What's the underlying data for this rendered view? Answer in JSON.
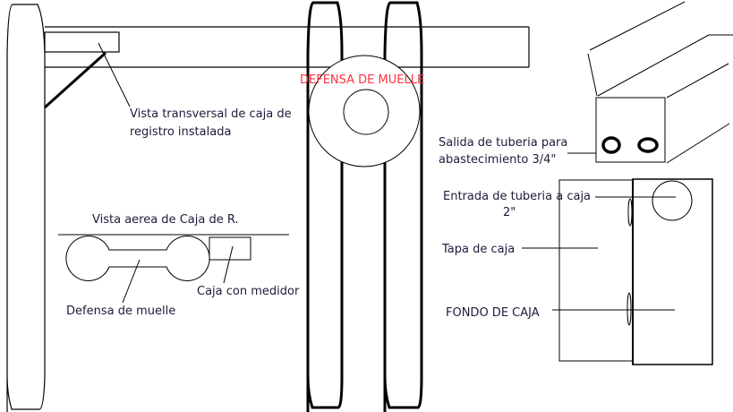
{
  "labels": {
    "cross_section_line1": "Vista transversal de caja de",
    "cross_section_line2": "registro instalada",
    "fender_title": "DEFENSA DE MUELLE",
    "aerial_title": "Vista aerea de Caja de R.",
    "meter_box": "Caja con medidor",
    "fender": "Defensa de muelle",
    "outlet_line1": "Salida de tuberia para",
    "outlet_line2": "abastecimiento 3/4\"",
    "inlet_line1": "Entrada de tuberia a caja",
    "inlet_line2": "2\"",
    "lid": "Tapa de caja",
    "bottom": "FONDO DE CAJA"
  },
  "colors": {
    "ink": "#000000",
    "text": "#1c1c3a",
    "accent": "#ff3040"
  }
}
